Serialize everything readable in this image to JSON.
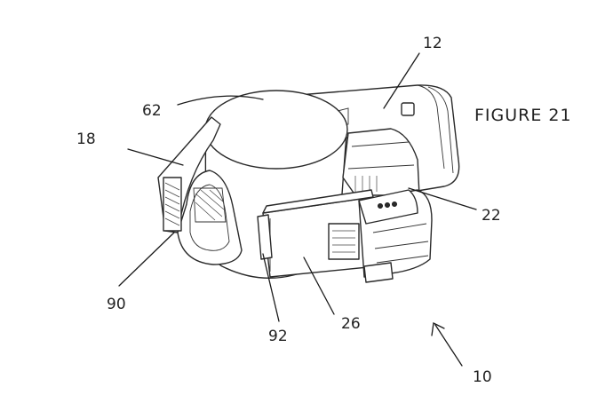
{
  "figure": {
    "title": "FIGURE 21",
    "labels": {
      "l12": "12",
      "l62": "62",
      "l18": "18",
      "l22": "22",
      "l90": "90",
      "l92": "92",
      "l26": "26",
      "l10": "10"
    }
  }
}
